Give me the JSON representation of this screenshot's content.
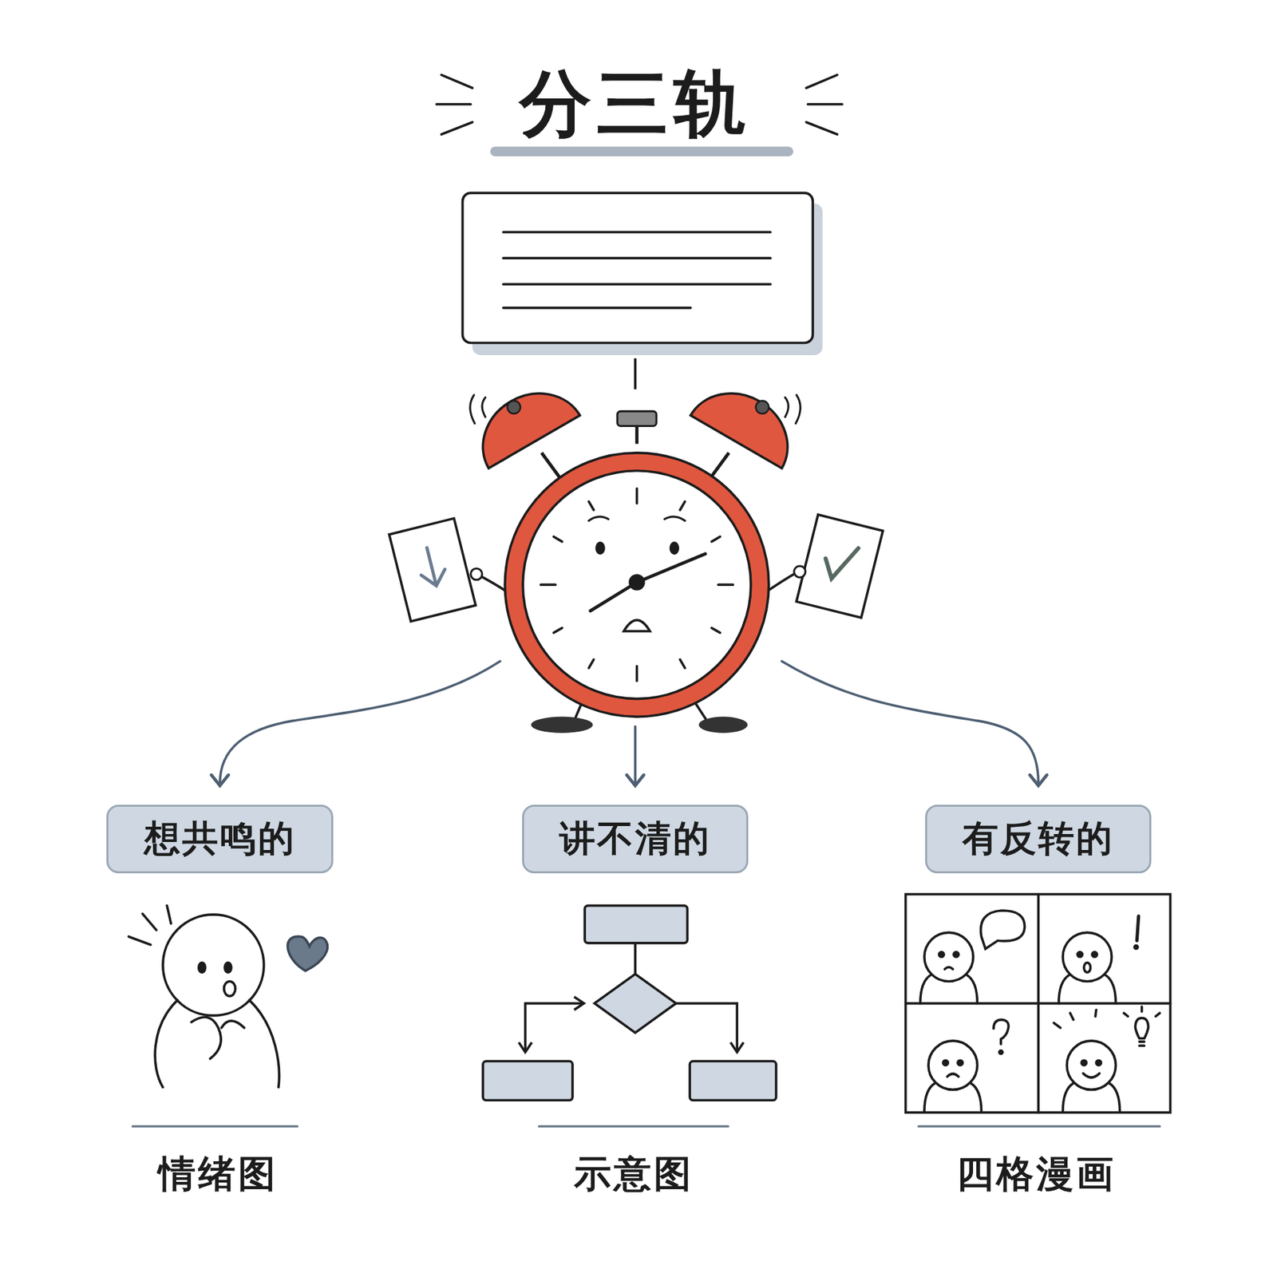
{
  "diagram": {
    "title": "分三轨",
    "nodes": [
      {
        "text": [
          "想共鸣的"
        ]
      },
      {
        "text": [
          "讲不清的"
        ]
      },
      {
        "text": [
          "有反转的"
        ]
      }
    ],
    "labels": [
      "情绪图",
      "示意图",
      "四格漫画"
    ]
  }
}
